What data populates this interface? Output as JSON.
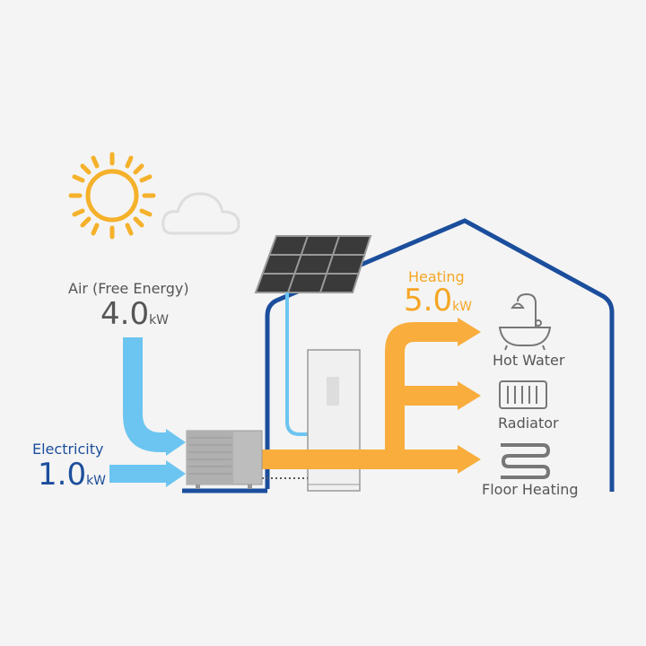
{
  "air": {
    "label": "Air (Free Energy)",
    "value": "4.0",
    "unit": "kW"
  },
  "electricity": {
    "label": "Electricity",
    "value": "1.0",
    "unit": "kW"
  },
  "heating": {
    "label": "Heating",
    "value": "5.0",
    "unit": "kW"
  },
  "outputs": [
    {
      "label": "Hot Water",
      "icon": "bathtub-icon"
    },
    {
      "label": "Radiator",
      "icon": "radiator-icon"
    },
    {
      "label": "Floor Heating",
      "icon": "floor-heating-icon"
    }
  ],
  "colors": {
    "sun": "#f5b12a",
    "heat": "#f8ad3c",
    "air": "#6cc5f0",
    "house": "#1b4e9c",
    "text_blue": "#1b4e9c",
    "text_orange": "#f5a623",
    "text_gray": "#555555"
  }
}
